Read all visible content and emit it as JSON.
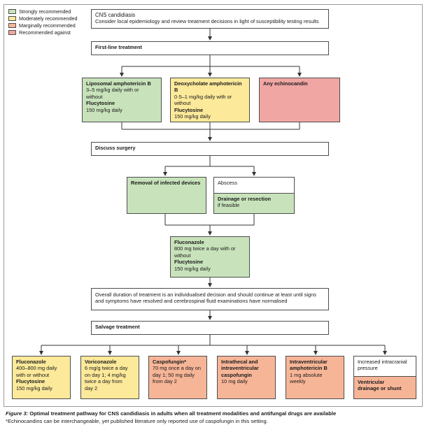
{
  "legend": [
    {
      "label": "Strongly recommended",
      "color": "#c8e3bb"
    },
    {
      "label": "Moderately recommended",
      "color": "#fce99a"
    },
    {
      "label": "Marginally recommended",
      "color": "#f7b597"
    },
    {
      "label": "Recommended against",
      "color": "#f0a6a3"
    }
  ],
  "nodes": {
    "cns": {
      "title": "CNS candidiasis",
      "text": "Consider local epidemiology and review treatment decisions in light of susceptibility testing results"
    },
    "first_line": {
      "title": "First-line treatment"
    },
    "lipo": {
      "title": "Liposomal amphotericin B",
      "l1": "3–5 mg/kg daily with or",
      "l2": "without",
      "title2": "Flucytosine",
      "l3": "150 mg/kg daily"
    },
    "deoxy": {
      "title": "Deoxycholate amphotericin B",
      "l1": "0·5–1 mg/kg daily with or",
      "l2": "without",
      "title2": "Flucytosine",
      "l3": "150 mg/kg daily"
    },
    "echino": {
      "title": "Any echinocandin"
    },
    "surgery": {
      "title": "Discuss surgery"
    },
    "removal": {
      "title": "Removal of infected devices"
    },
    "abscess": {
      "head": "Abscess",
      "title": "Drainage or resection",
      "text": "if feasible"
    },
    "fluco1": {
      "title": "Fluconazole",
      "l1": "800 mg twice a day with or",
      "l2": "without",
      "title2": "Flucytosine",
      "l3": "150 mg/kg daily"
    },
    "duration": {
      "text": "Overall duration of treatment is an individualised decision and should continue at least until signs and symptoms have resolved and cerebrospinal fluid examinations have normalised"
    },
    "salvage": {
      "title": "Salvage treatment"
    },
    "s_fluco": {
      "title": "Fluconazole",
      "l1": "400–800 mg daily",
      "l2": "with or without",
      "title2": "Flucytosine",
      "l3": "150 mg/kg daily"
    },
    "s_vori": {
      "title": "Voriconazole",
      "l1": "6 mg/g twice a day",
      "l2": "on day 1; 4 mg/kg",
      "l3": "twice a day from",
      "l4": "day 2"
    },
    "s_caspo": {
      "title": "Caspofungin*",
      "l1": "70 mg once a day on",
      "l2": "day 1; 50 mg daily",
      "l3": "from day 2"
    },
    "s_intrathecal": {
      "title": "Intrathecal and",
      "title2": "intraventricular",
      "title3": "caspofungin",
      "l1": "10 mg daily"
    },
    "s_intravent": {
      "title": "Intraventricular",
      "title2": "amphotericin B",
      "l1": "1 mg absolute",
      "l2": "weekly"
    },
    "s_icp": {
      "head1": "Increased intracranial",
      "head2": "pressure",
      "title": "Ventricular",
      "title2": "drainage or shunt"
    }
  },
  "caption": {
    "figure_label": "Figure 3:",
    "title": " Optimal treatment pathway for CNS candidiasis in adults when all treatment modalities and antifungal drugs are available",
    "footnote": "*Echinocandins can be interchangeable, yet published literature only reported use of caspofungin in this setting."
  }
}
